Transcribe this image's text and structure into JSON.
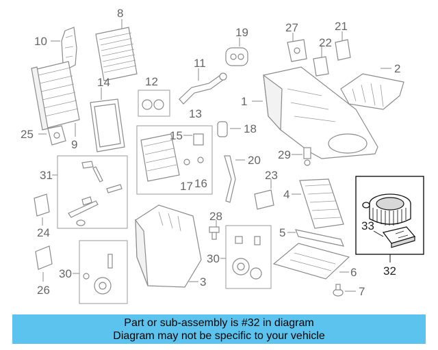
{
  "callouts": {
    "c1": "1",
    "c2": "2",
    "c3": "3",
    "c4": "4",
    "c5": "5",
    "c6": "6",
    "c7": "7",
    "c8": "8",
    "c9": "9",
    "c10": "10",
    "c11": "11",
    "c12": "12",
    "c13": "13",
    "c14": "14",
    "c15": "15",
    "c16": "16",
    "c17": "17",
    "c18": "18",
    "c19": "19",
    "c20": "20",
    "c21": "21",
    "c22": "22",
    "c23": "23",
    "c24": "24",
    "c25": "25",
    "c26": "26",
    "c27": "27",
    "c28": "28",
    "c29": "29",
    "c30a": "30",
    "c30b": "30",
    "c31": "31",
    "c32": "32",
    "c33": "33"
  },
  "banner": {
    "line1": "Part or sub-assembly is #32 in diagram",
    "line2": "Diagram may not be specific to your vehicle",
    "color": "#5bc3ee"
  },
  "highlight": {
    "part": "32",
    "color": "#111111"
  }
}
